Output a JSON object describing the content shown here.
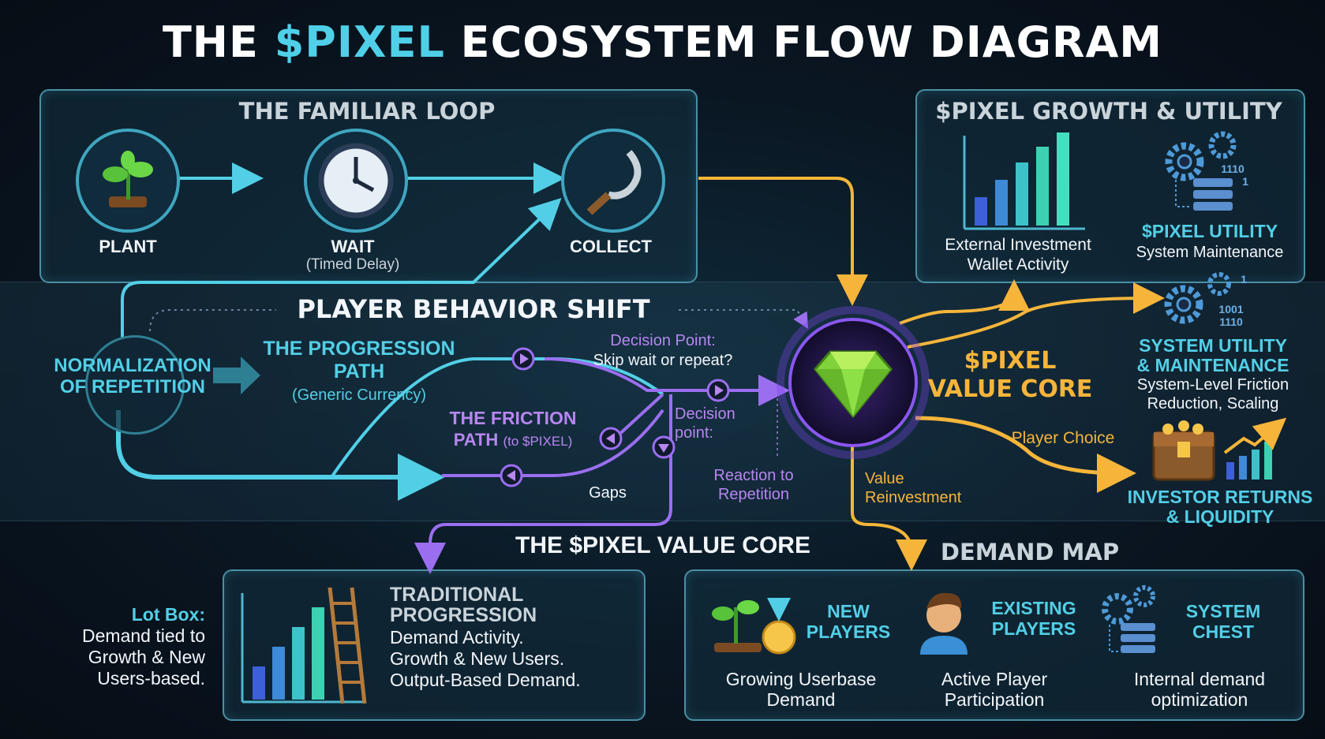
{
  "title": {
    "prefix": "THE ",
    "accent": "$PIXEL",
    "suffix": " ECOSYSTEM FLOW DIAGRAM"
  },
  "familiar_loop": {
    "title": "THE FAMILIAR LOOP",
    "plant": "PLANT",
    "wait": "WAIT",
    "wait_sub": "(Timed Delay)",
    "collect": "COLLECT"
  },
  "growth_utility": {
    "title": "$PIXEL GROWTH & UTILITY",
    "external_line1": "External Investment",
    "external_line2": "Wallet Activity",
    "utility_title": "$PIXEL UTILITY",
    "utility_sub": "System Maintenance",
    "bin1": "1110",
    "bin2": "1"
  },
  "middle": {
    "behavior_shift": "PLAYER BEHAVIOR SHIFT",
    "normalization_line1": "NORMALIZATION",
    "normalization_line2": "OF REPETITION",
    "progression_line1": "THE PROGRESSION",
    "progression_line2": "PATH",
    "progression_sub": "(Generic Currency)",
    "friction_line1": "THE FRICTION",
    "friction_line2": "PATH",
    "friction_sub": "(to $PIXEL)",
    "decision1_line1": "Decision Point:",
    "decision1_line2": "Skip wait or repeat?",
    "decision2_line1": "Decision",
    "decision2_line2": "point:",
    "reaction_line1": "Reaction to",
    "reaction_line2": "Repetition",
    "gaps": "Gaps",
    "core_line1": "$PIXEL",
    "core_line2": "VALUE CORE",
    "value_line1": "Value",
    "value_line2": "Reinvestment",
    "player_choice": "Player Choice"
  },
  "right": {
    "sys_line1": "SYSTEM UTILITY",
    "sys_line2": "& MAINTENANCE",
    "sys_sub1": "System-Level Friction",
    "sys_sub2": "Reduction, Scaling",
    "bin_a": "1",
    "bin_b": "1001",
    "bin_c": "1110",
    "investor_line1": "INVESTOR RETURNS",
    "investor_line2": "& LIQUIDITY"
  },
  "bottom": {
    "value_core_title": "THE $PIXEL VALUE CORE",
    "demand_map_title": "DEMAND MAP",
    "lotbox_title": "Lot Box:",
    "lotbox_line1": "Demand tied to",
    "lotbox_line2": "Growth & New",
    "lotbox_line3": "Users-based.",
    "trad_title1": "TRADITIONAL",
    "trad_title2": "PROGRESSION",
    "trad_line1": "Demand Activity.",
    "trad_line2": "Growth & New Users.",
    "trad_line3": "Output-Based Demand.",
    "new_players1": "NEW",
    "new_players2": "PLAYERS",
    "new_players_sub1": "Growing Userbase",
    "new_players_sub2": "Demand",
    "existing1": "EXISTING",
    "existing2": "PLAYERS",
    "existing_sub1": "Active Player",
    "existing_sub2": "Participation",
    "chest1": "SYSTEM",
    "chest2": "CHEST",
    "chest_sub1": "Internal demand",
    "chest_sub2": "optimization"
  },
  "colors": {
    "cyan": "#52cfe6",
    "purple": "#9b6ef0",
    "gold": "#f6b53a",
    "gem": "#7fd23a"
  }
}
